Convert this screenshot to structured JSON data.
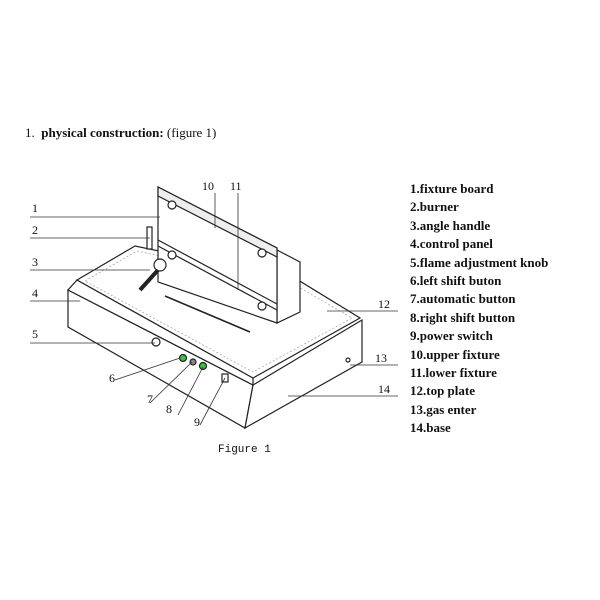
{
  "heading": {
    "number": "1.",
    "bold": "physical construction:",
    "rest": "(figure 1)"
  },
  "caption": "Figure 1",
  "callouts": [
    "1",
    "2",
    "3",
    "4",
    "5",
    "6",
    "7",
    "8",
    "9",
    "10",
    "11",
    "12",
    "13",
    "14"
  ],
  "legend": [
    "1.fixture board",
    "2.burner",
    "3.angle handle",
    "4.control panel",
    "5.flame adjustment knob",
    "6.left shift buton",
    "7.automatic button",
    "8.right shift button",
    "9.power switch",
    "10.upper fixture",
    "11.lower fixture",
    "12.top plate",
    "13.gas enter",
    "14.base"
  ],
  "colors": {
    "button_green": "#3fbf3f"
  }
}
